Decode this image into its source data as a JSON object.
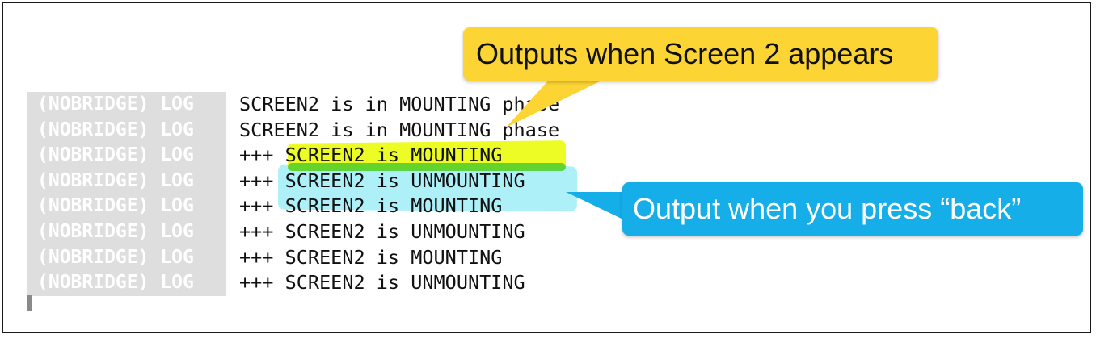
{
  "log": {
    "lines": [
      {
        "tag": "(NOBRIDGE) LOG",
        "message": "SCREEN2 is in MOUNTING phase"
      },
      {
        "tag": "(NOBRIDGE) LOG",
        "message": "SCREEN2 is in MOUNTING phase"
      },
      {
        "tag": "(NOBRIDGE) LOG",
        "message": "+++ SCREEN2 is MOUNTING"
      },
      {
        "tag": "(NOBRIDGE) LOG",
        "message": "+++ SCREEN2 is UNMOUNTING"
      },
      {
        "tag": "(NOBRIDGE) LOG",
        "message": "+++ SCREEN2 is MOUNTING"
      },
      {
        "tag": "(NOBRIDGE) LOG",
        "message": "+++ SCREEN2 is UNMOUNTING"
      },
      {
        "tag": "(NOBRIDGE) LOG",
        "message": "+++ SCREEN2 is MOUNTING"
      },
      {
        "tag": "(NOBRIDGE) LOG",
        "message": "+++ SCREEN2 is UNMOUNTING"
      }
    ]
  },
  "callouts": {
    "screen2": "Outputs when Screen 2 appears",
    "back": "Output when you press “back”"
  },
  "colors": {
    "callout_yellow": "#fcd534",
    "callout_blue": "#16aee8",
    "highlight_yellow": "#ecfc24",
    "highlight_cyan": "#aef0f8",
    "tag_background": "#dedede"
  }
}
